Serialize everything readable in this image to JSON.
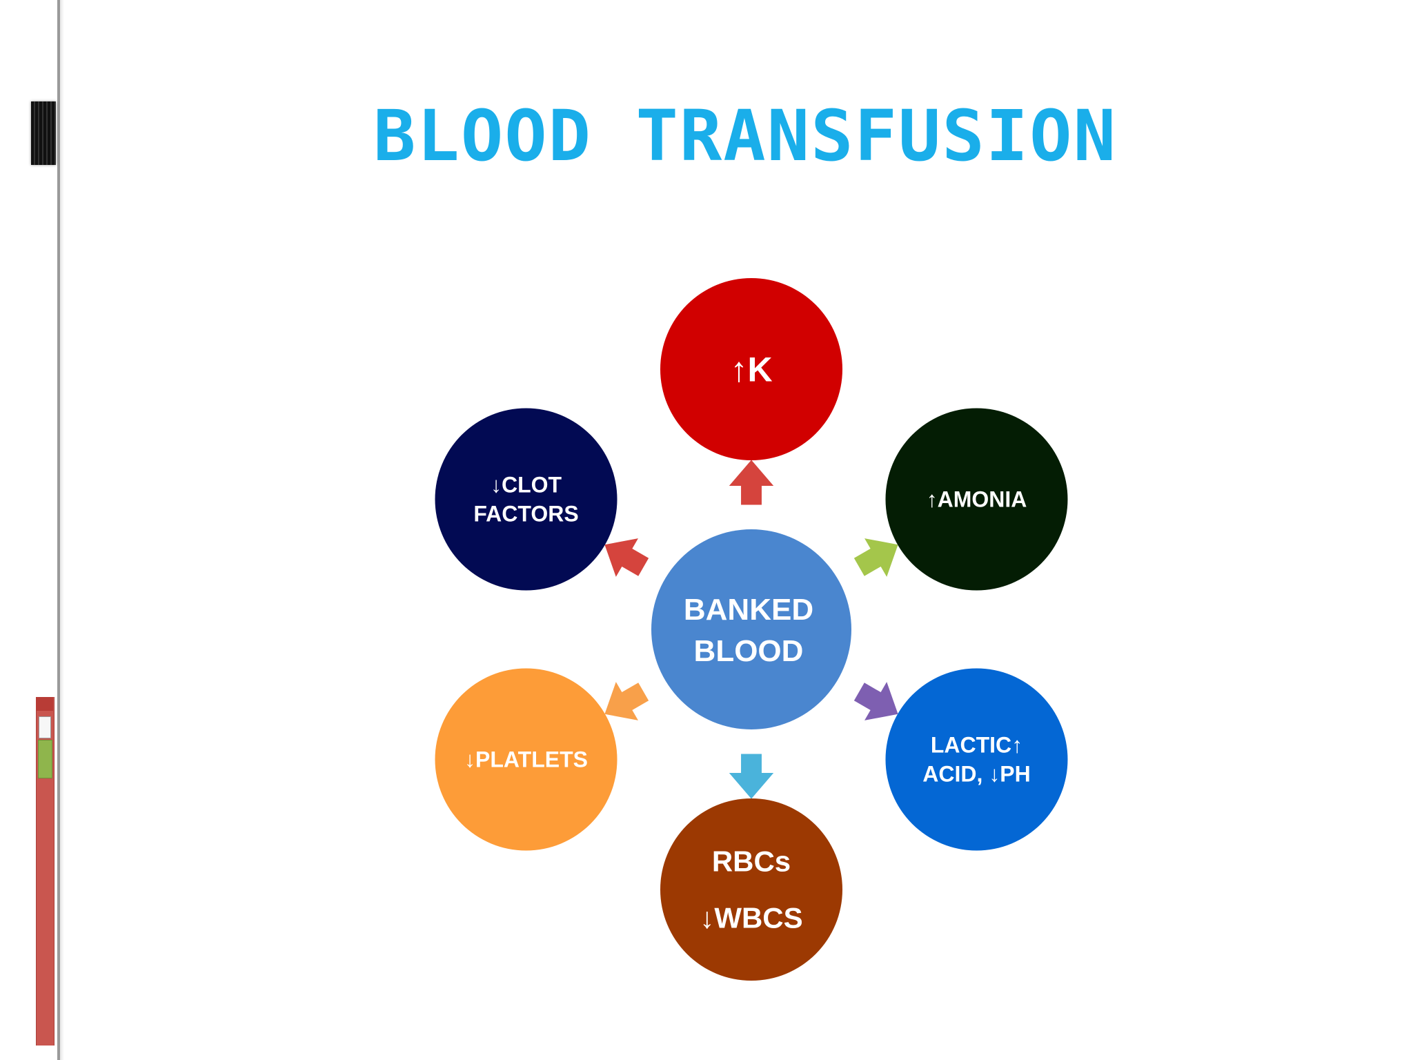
{
  "slide": {
    "title": "BLOOD TRANSFUSION"
  },
  "diagram": {
    "center": {
      "lines": [
        "BANKED",
        "BLOOD"
      ],
      "color": "#4a86cf"
    },
    "nodes": [
      {
        "id": "k",
        "lines": [
          "↑K"
        ],
        "color": "#d10000",
        "arrow_color": "#d5443d"
      },
      {
        "id": "amonia",
        "lines": [
          "↑AMONIA"
        ],
        "color": "#041d04",
        "arrow_color": "#a4c64b"
      },
      {
        "id": "lactic",
        "lines": [
          "LACTIC↑",
          "ACID, ↓PH"
        ],
        "color": "#0467d4",
        "arrow_color": "#7e5fb1"
      },
      {
        "id": "rbcs",
        "lines": [
          "RBCs",
          "↓WBCS"
        ],
        "color": "#9c3902",
        "arrow_color": "#4ab3db"
      },
      {
        "id": "platelets",
        "lines": [
          "↓PLATLETS"
        ],
        "color": "#fd9c38",
        "arrow_color": "#f8a04a"
      },
      {
        "id": "clot",
        "lines": [
          "↓CLOT",
          "FACTORS"
        ],
        "color": "#020a53",
        "arrow_color": "#d5443d"
      }
    ]
  }
}
